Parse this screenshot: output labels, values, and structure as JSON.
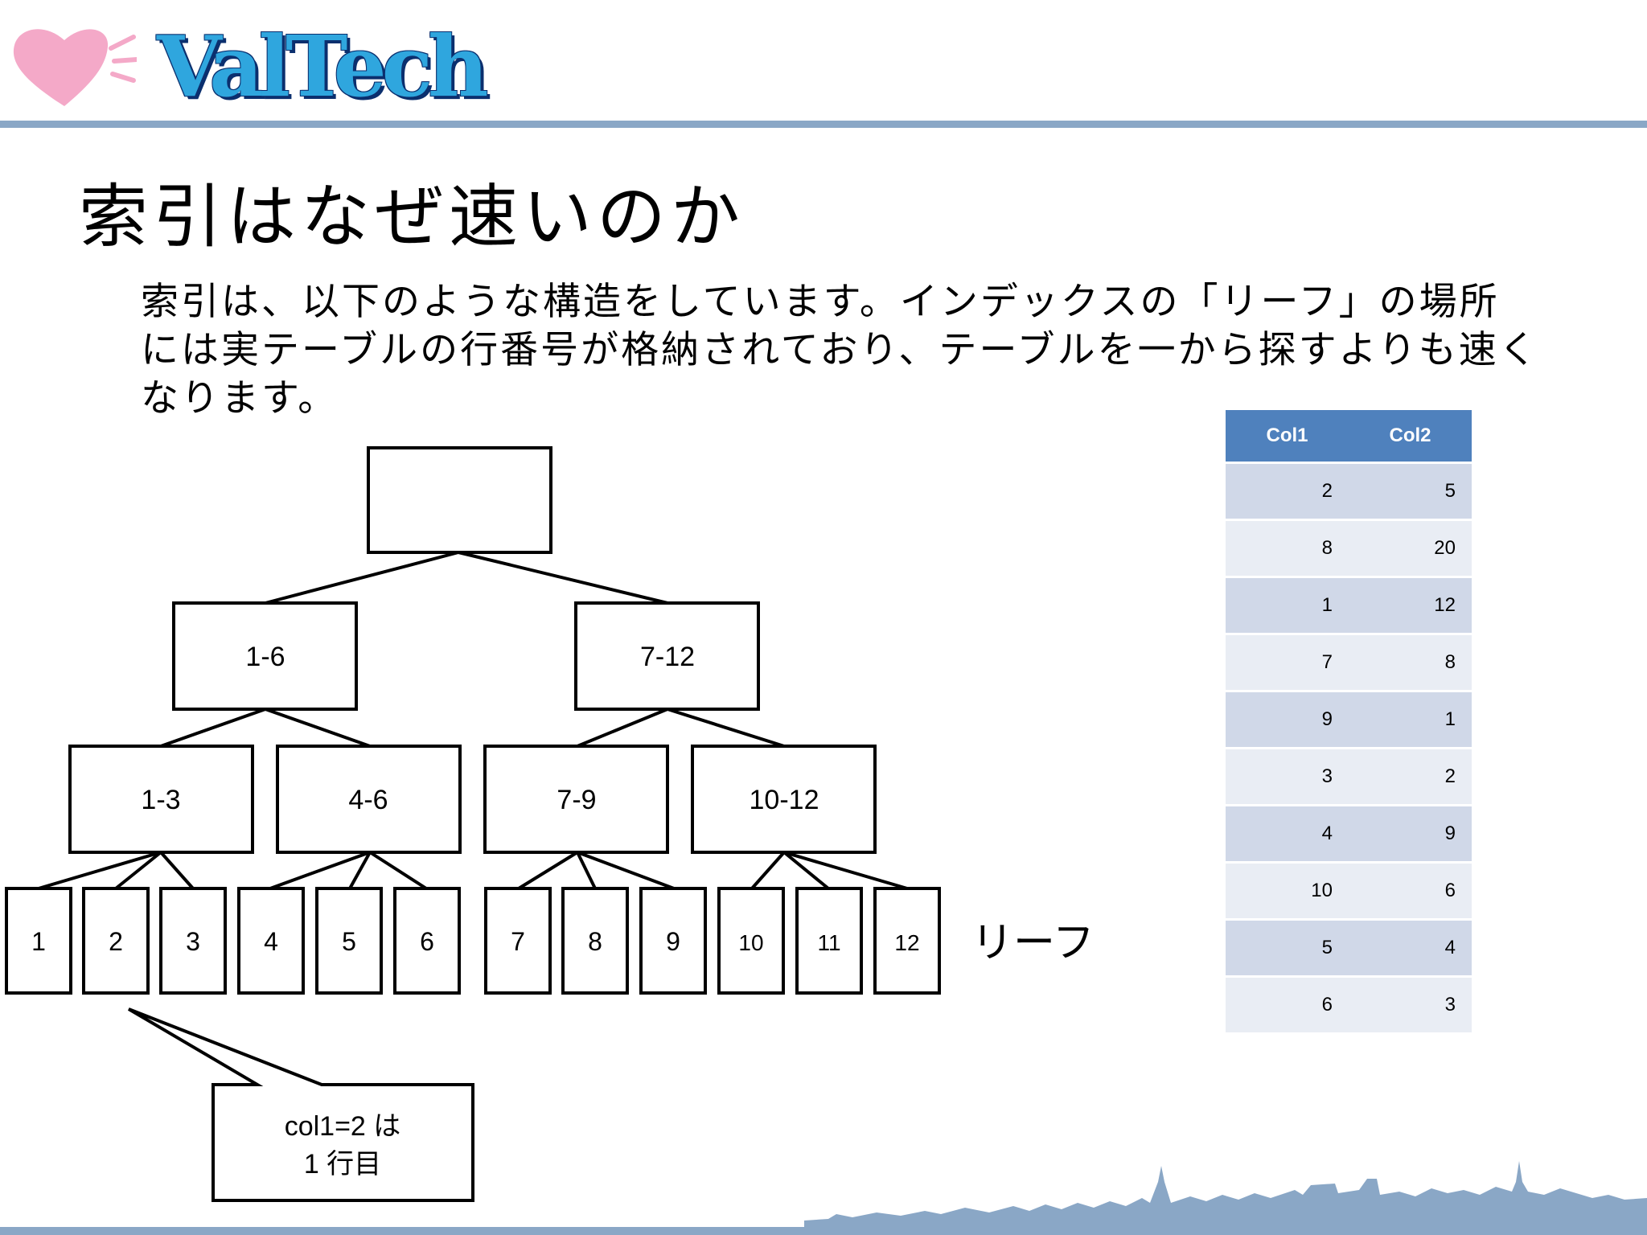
{
  "header": {
    "logo_text": "ValTech",
    "accent_color": "#8aa7c6",
    "logo_color": "#2fa6de"
  },
  "slide": {
    "title": "索引はなぜ速いのか",
    "body_lines": [
      "索引は、以下のような構造をしています。インデックスの「リーフ」の場所",
      "には実テーブルの行番号が格納されており、テーブルを一から探すよりも速く",
      "なります。"
    ]
  },
  "tree": {
    "level1": [
      "1-6",
      "7-12"
    ],
    "level2": [
      "1-3",
      "4-6",
      "7-9",
      "10-12"
    ],
    "leaves": [
      "1",
      "2",
      "3",
      "4",
      "5",
      "6",
      "7",
      "8",
      "9",
      "10",
      "11",
      "12"
    ],
    "leaf_label": "リーフ",
    "callout_lines": [
      "col1=2 は",
      "1 行目"
    ]
  },
  "table": {
    "headers": [
      "Col1",
      "Col2"
    ],
    "rows": [
      [
        "2",
        "5"
      ],
      [
        "8",
        "20"
      ],
      [
        "1",
        "12"
      ],
      [
        "7",
        "8"
      ],
      [
        "9",
        "1"
      ],
      [
        "3",
        "2"
      ],
      [
        "4",
        "9"
      ],
      [
        "10",
        "6"
      ],
      [
        "5",
        "4"
      ],
      [
        "6",
        "3"
      ]
    ]
  }
}
